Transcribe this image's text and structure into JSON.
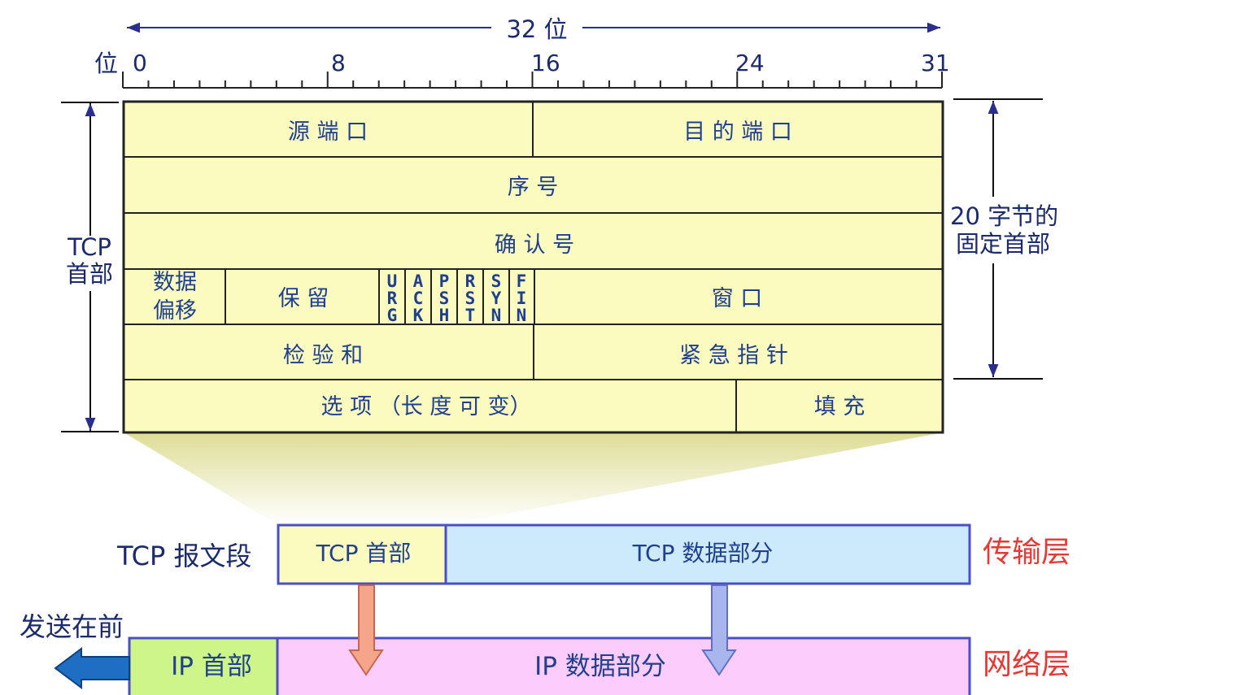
{
  "scale": {
    "width_label": "32 位",
    "bit_label": "位",
    "tick_0": "0",
    "tick_8": "8",
    "tick_16": "16",
    "tick_24": "24",
    "tick_31": "31"
  },
  "side": {
    "tcp_header_line1": "TCP",
    "tcp_header_line2": "首部",
    "fixed_line1": "20 字节的",
    "fixed_line2": "固定首部"
  },
  "fields": {
    "src_port": "源 端 口",
    "dst_port": "目 的 端 口",
    "seq": "序   号",
    "ack": "确   认   号",
    "offset_line1": "数据",
    "offset_line2": "偏移",
    "reserved": "保   留",
    "flags": [
      "URG",
      "ACK",
      "PSH",
      "RST",
      "SYN",
      "FIN"
    ],
    "window": "窗   口",
    "checksum": "检   验   和",
    "urgent": "紧   急   指   针",
    "options": "选   项   （长  度  可  变）",
    "padding": "填     充"
  },
  "bottom": {
    "segment_label": "TCP 报文段",
    "tcp_header": "TCP 首部",
    "tcp_data": "TCP 数据部分",
    "transport_layer": "传输层",
    "send_first": "发送在前",
    "ip_header": "IP 首部",
    "ip_data": "IP 数据部分",
    "network_layer": "网络层"
  },
  "colors": {
    "header_fill": "#fbfbbf",
    "tcp_data_fill": "#cdeafc",
    "ip_header_fill": "#cdf58a",
    "ip_data_fill": "#fcccfc",
    "frame_blue": "#4a4fc4",
    "arrow_orange": "#f4a58a",
    "arrow_purple": "#a9b6ee",
    "arrow_blue": "#1e6fc4",
    "layer_red": "#e53935"
  }
}
